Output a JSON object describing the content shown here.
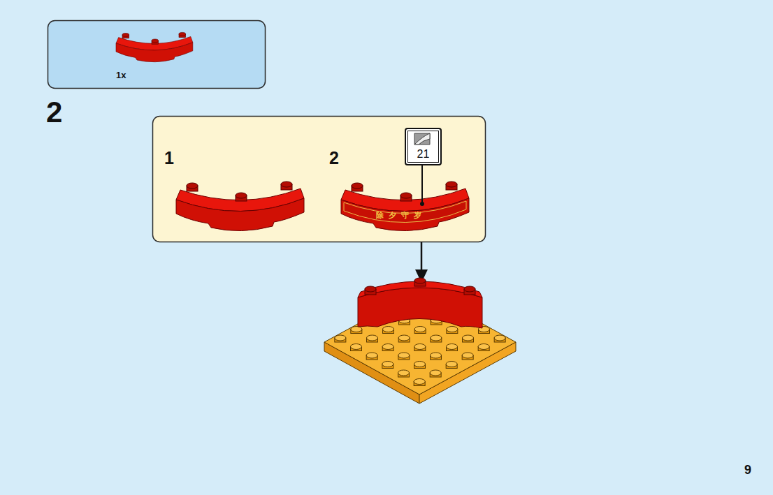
{
  "diagram": {
    "nodes": [
      {
        "text": [
          "1x"
        ]
      },
      {
        "text": [
          "1",
          "2"
        ]
      },
      {
        "text": [
          "21"
        ],
        "in": 1
      }
    ],
    "labels": [
      "2",
      "除夕守岁",
      "9"
    ]
  }
}
